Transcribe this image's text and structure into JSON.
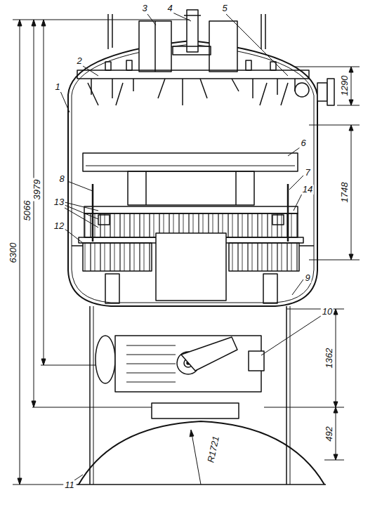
{
  "diagram": {
    "labels": [
      "3",
      "4",
      "5",
      "2",
      "1",
      "6",
      "7",
      "14",
      "8",
      "13",
      "12",
      "9",
      "10",
      "11",
      "6300",
      "5066",
      "3979",
      "1290",
      "1748",
      "1362",
      "492",
      "R1721"
    ]
  }
}
